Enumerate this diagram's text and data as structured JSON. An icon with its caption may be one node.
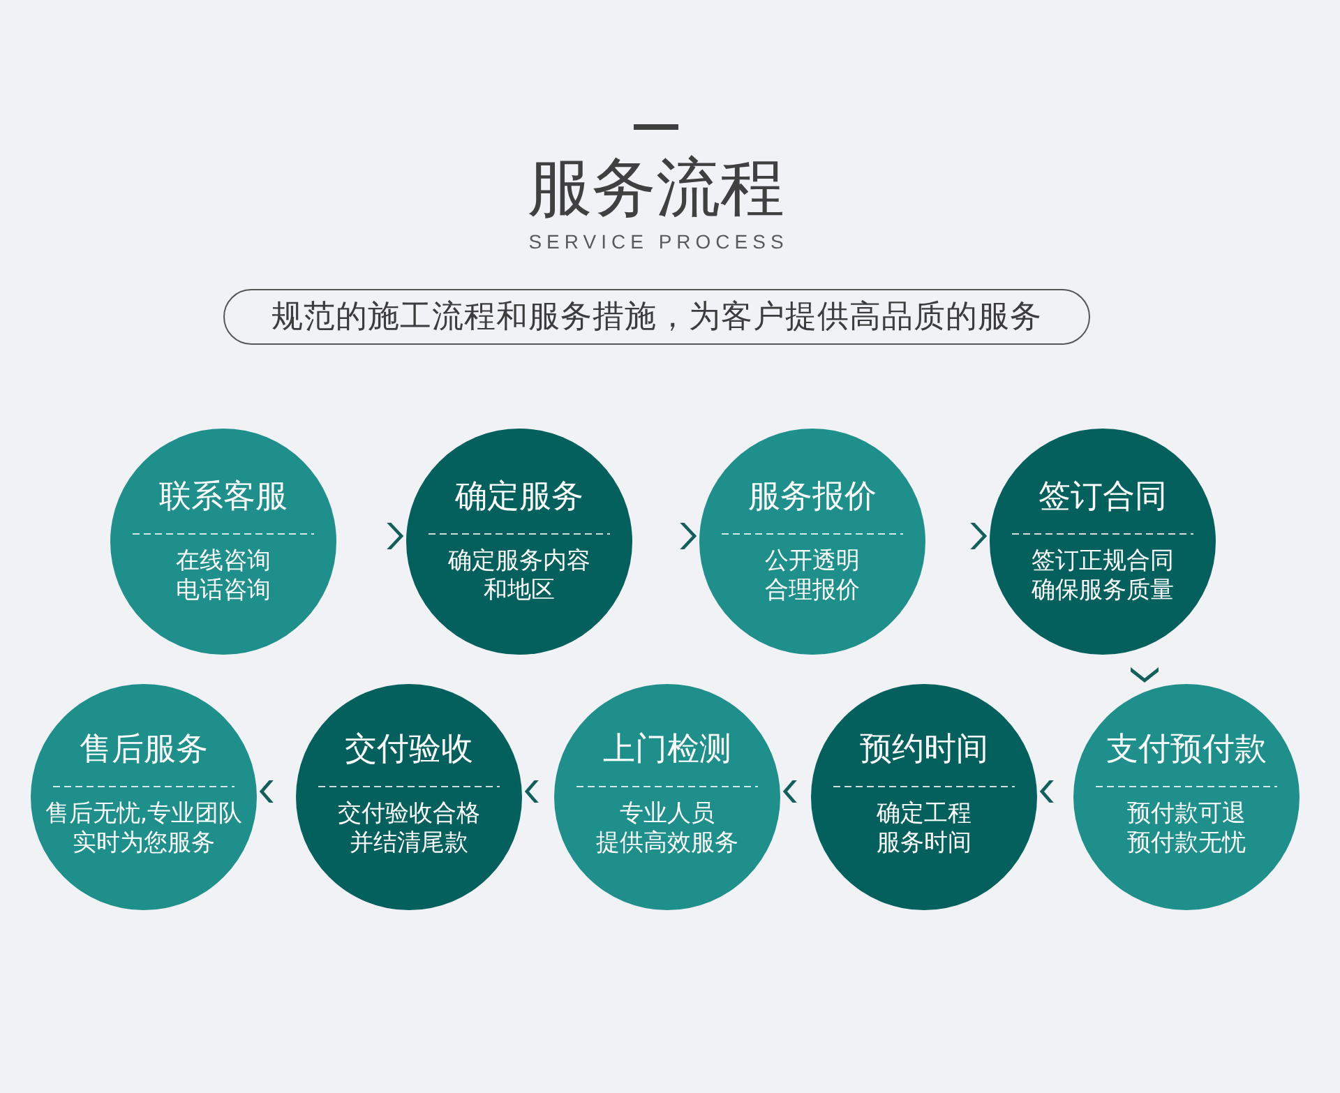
{
  "diagram": {
    "title": "服务流程",
    "nodes": [
      {
        "text": [
          "规范的施工流程和服务措施，为客户提供高品质的服务"
        ]
      },
      {
        "text": [
          "联系客服",
          "在线咨询电话咨询"
        ]
      },
      {
        "text": [
          "确定服务",
          "确定服务内容和地区"
        ]
      },
      {
        "text": [
          "服务报价",
          "公开透明合理报价"
        ]
      },
      {
        "text": [
          "签订合同",
          "签订正规合同确保服务质量"
        ]
      },
      {
        "text": [
          "支付预付款",
          "预付款可退预付款无忧"
        ]
      },
      {
        "text": [
          "预约时间",
          "确定工程服务时间"
        ]
      },
      {
        "text": [
          "上门检测",
          "专业人员提供高效服务"
        ]
      },
      {
        "text": [
          "交付验收",
          "交付验收合格并结清尾款"
        ]
      },
      {
        "text": [
          "售后服务",
          "售后无忧,专业团队实时为您服务"
        ]
      }
    ],
    "edges": [
      {
        "from": 1,
        "to": 2,
        "arrow": "to"
      },
      {
        "from": 2,
        "to": 3,
        "arrow": "to"
      },
      {
        "from": 3,
        "to": 4,
        "arrow": "to"
      },
      {
        "from": 4,
        "to": 5,
        "arrow": "to"
      },
      {
        "from": 5,
        "to": 6,
        "arrow": "to"
      },
      {
        "from": 6,
        "to": 7,
        "arrow": "to"
      },
      {
        "from": 7,
        "to": 8,
        "arrow": "to"
      },
      {
        "from": 8,
        "to": 9,
        "arrow": "to"
      }
    ],
    "labels": [
      "SERVICE PROCESS"
    ]
  }
}
